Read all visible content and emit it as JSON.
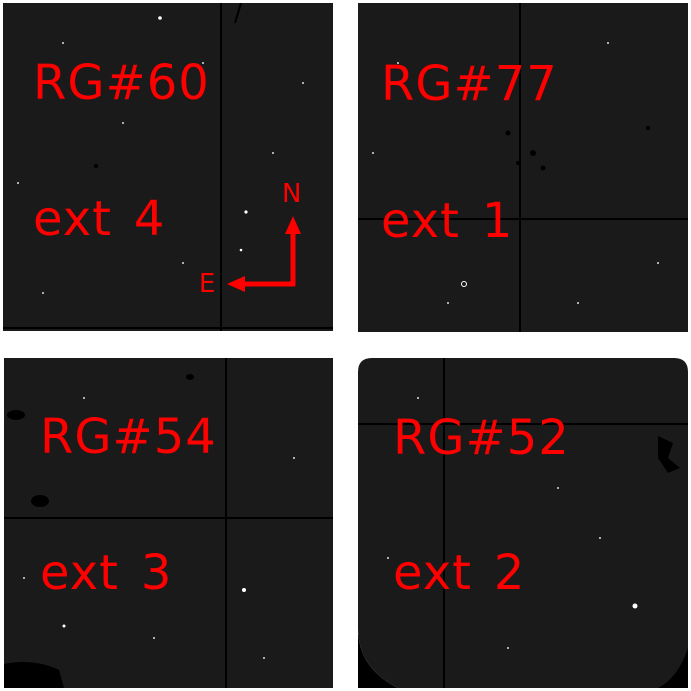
{
  "panels": [
    {
      "name": "RG#60",
      "ext_label": "ext",
      "ext_num": "4"
    },
    {
      "name": "RG#77",
      "ext_label": "ext",
      "ext_num": "1"
    },
    {
      "name": "RG#54",
      "ext_label": "ext",
      "ext_num": "3"
    },
    {
      "name": "RG#52",
      "ext_label": "ext",
      "ext_num": "2"
    }
  ],
  "compass": {
    "north": "N",
    "east": "E"
  },
  "colors": {
    "label": "#ff0000",
    "field": "#1a1a1a",
    "gap": "#ffffff"
  }
}
